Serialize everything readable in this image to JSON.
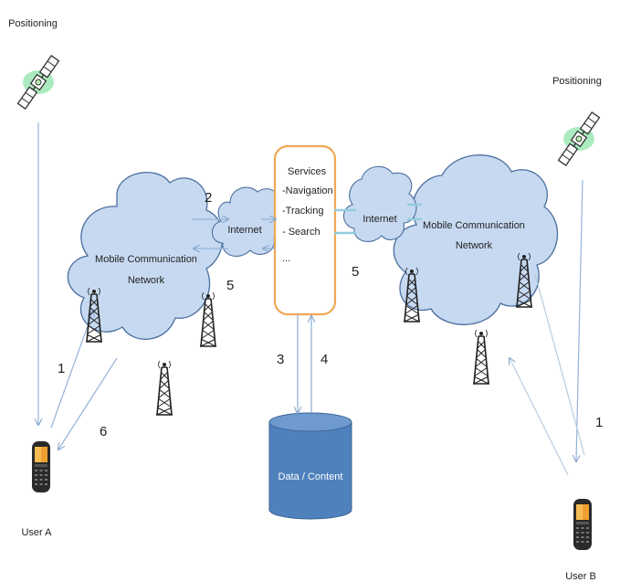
{
  "labels": {
    "positioning_left": "Positioning",
    "positioning_right": "Positioning",
    "mobile_network_left_line1": "Mobile Communication",
    "mobile_network_left_line2": "Network",
    "mobile_network_right_line1": "Mobile Communication",
    "mobile_network_right_line2": "Network",
    "internet_left": "Internet",
    "internet_right": "Internet",
    "services_title": "Services",
    "services_items": [
      "-Navigation",
      "-Tracking",
      "- Search",
      "..."
    ],
    "database": "Data / Content",
    "user_a": "User A",
    "user_b": "User B"
  },
  "steps": {
    "s1_left": "1",
    "s2": "2",
    "s3": "3",
    "s4": "4",
    "s5_left": "5",
    "s5_right": "5",
    "s6": "6",
    "s1_right": "1"
  },
  "colors": {
    "cloud_fill": "#c6d9f1",
    "cloud_stroke": "#4a6e9e",
    "services_border": "#f0a855",
    "database_fill": "#4f81bd",
    "arrow": "#95b3d7",
    "double_line": "#93cddd"
  },
  "icons": {
    "satellite": "satellite-icon",
    "tower": "cell-tower-icon",
    "phone": "mobile-phone-icon"
  }
}
